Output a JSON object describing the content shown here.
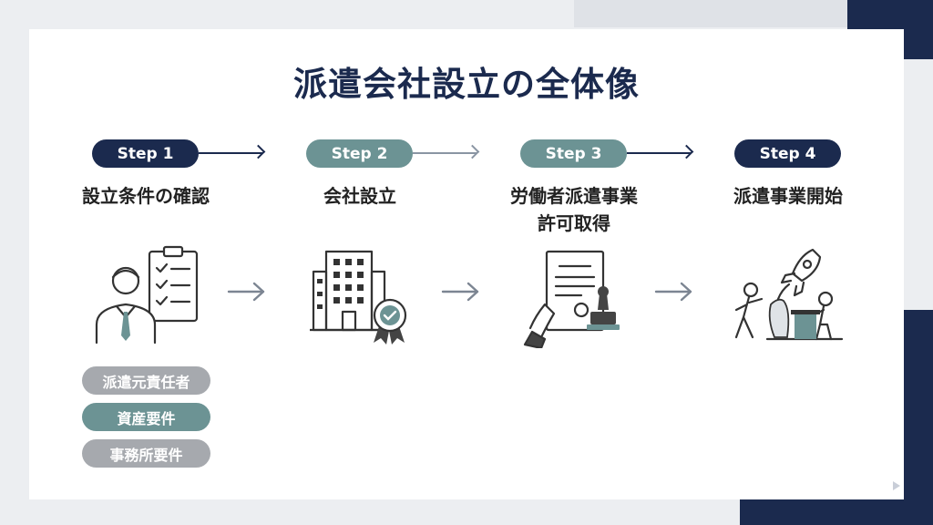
{
  "title": "派遣会社設立の全体像",
  "steps": [
    {
      "badge": "Step 1",
      "label_line1": "設立条件の確認",
      "label_line2": "",
      "badge_color": "#1b2a4e",
      "icon": "employee-checklist-icon"
    },
    {
      "badge": "Step 2",
      "label_line1": "会社設立",
      "label_line2": "",
      "badge_color": "#6c9394",
      "icon": "building-certificate-icon"
    },
    {
      "badge": "Step 3",
      "label_line1": "労働者派遣事業",
      "label_line2": "許可取得",
      "badge_color": "#6c9394",
      "icon": "license-stamp-icon"
    },
    {
      "badge": "Step 4",
      "label_line1": "派遣事業開始",
      "label_line2": "",
      "badge_color": "#1b2a4e",
      "icon": "rocket-launch-team-icon"
    }
  ],
  "requirements": [
    {
      "label": "派遣元責任者",
      "color": "#a6a9ae"
    },
    {
      "label": "資産要件",
      "color": "#6c9394"
    },
    {
      "label": "事務所要件",
      "color": "#a6a9ae"
    }
  ],
  "colors": {
    "navy": "#1b2a4e",
    "teal": "#6c9394",
    "gray": "#a6a9ae",
    "arrow": "#7c8592"
  }
}
